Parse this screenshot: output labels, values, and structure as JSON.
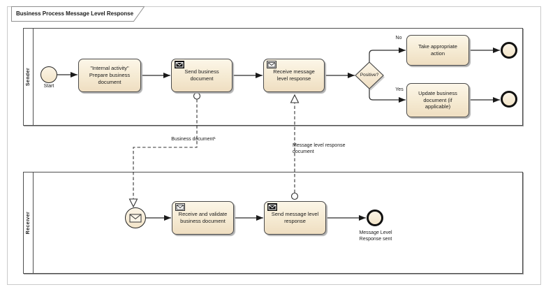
{
  "diagram": {
    "title": "Business Process Message Level Response"
  },
  "pools": [
    {
      "label": "Sender"
    },
    {
      "label": "Receiver"
    }
  ],
  "nodes": {
    "start": {
      "label": "Start"
    },
    "prepare": {
      "label": "\"Internal activity\"\nPrepare business\ndocument"
    },
    "send_business": {
      "label": "Send business\ndocument"
    },
    "receive_response": {
      "label": "Receive message\nlevel response"
    },
    "gateway": {
      "label": "Positive?"
    },
    "take_action": {
      "label": "Take appropriate\naction"
    },
    "update_business": {
      "label": "Update business\ndocument (if\napplicable)"
    },
    "receive_validate": {
      "label": "Receive and validate\nbusiness document"
    },
    "send_response": {
      "label": "Send message level\nresponse"
    },
    "end_response_sent": {
      "label": "Message Level\nResponse sent"
    }
  },
  "flow_labels": {
    "no": "No",
    "yes": "Yes",
    "business_document": "Business document¹",
    "response_document": "Message level response\ndocument"
  },
  "icons": {
    "send_task_icon": "filled-envelope",
    "receive_task_icon": "outline-envelope",
    "message_start_icon": "envelope"
  },
  "colors": {
    "task_fill_top": "#FCF6E8",
    "task_fill_bottom": "#EFDEC1",
    "node_border": "#4A4A4A",
    "pool_border": "#4F4F4F",
    "flow_line": "#2B2B2B",
    "frame_border": "#CACACA"
  }
}
